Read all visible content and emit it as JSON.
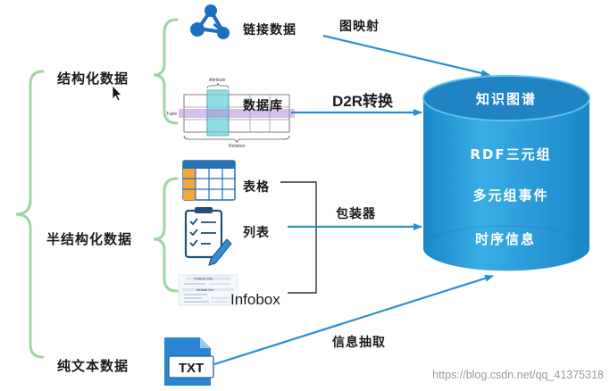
{
  "sources": {
    "structured": "结构化数据",
    "semi_structured": "半结构化数据",
    "plain_text": "纯文本数据"
  },
  "structured_items": {
    "linked_data": "链接数据",
    "database": "数据库"
  },
  "database_figure": {
    "attribute": "Attribute",
    "tuple": "Tuple",
    "relation": "Relation"
  },
  "semi_items": {
    "table": "表格",
    "list": "列表",
    "infobox": "Infobox"
  },
  "infobox_figure": {
    "header": "Patient Info",
    "section": "Medical Info"
  },
  "methods": {
    "graph_mapping": "图映射",
    "d2r": "D2R转换",
    "wrapper": "包装器",
    "info_extraction": "信息抽取"
  },
  "text_icon": "TXT",
  "knowledge_graph": {
    "title": "知识图谱",
    "items": [
      "RDF三元组",
      "多元组事件",
      "时序信息"
    ]
  },
  "watermark": "https://blog.csdn.net/qq_41375318",
  "colors": {
    "cylinder_body": "#2da2dc",
    "cylinder_top": "#1f83c4",
    "arrow_blue": "#2a8fd0",
    "bracket_green": "#9fd6a0"
  }
}
